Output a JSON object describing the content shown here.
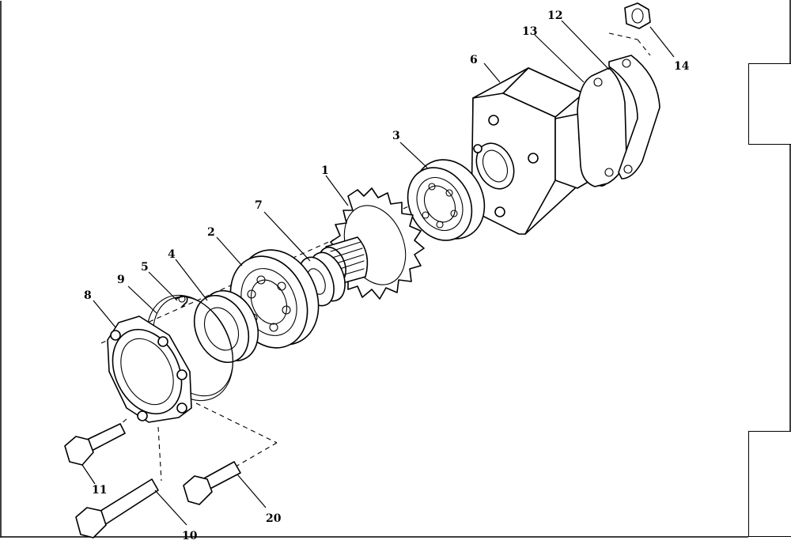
{
  "diagram": {
    "callouts": {
      "c1": "1",
      "c2": "2",
      "c3": "3",
      "c4": "4",
      "c5": "5",
      "c6": "6",
      "c7": "7",
      "c8": "8",
      "c9": "9",
      "c10": "10",
      "c11": "11",
      "c12": "12",
      "c13": "13",
      "c14": "14",
      "c20": "20"
    }
  }
}
